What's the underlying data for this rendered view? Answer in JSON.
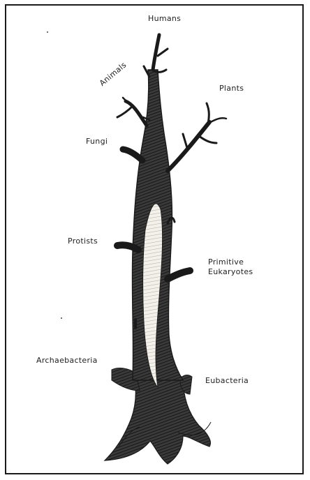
{
  "diagram": {
    "labels": {
      "humans": "Humans",
      "animals": "Animals",
      "plants": "Plants",
      "fungi": "Fungi",
      "protists": "Protists",
      "primitive_eukaryotes": "Primitive\nEukaryotes",
      "archaebacteria": "Archaebacteria",
      "eubacteria": "Eubacteria"
    },
    "colors": {
      "ink": "#1a1a1a",
      "bark_dark": "#2b2b2b",
      "bark_light": "#f4f1ea",
      "frame": "#1a1a1a",
      "background": "#ffffff"
    }
  }
}
